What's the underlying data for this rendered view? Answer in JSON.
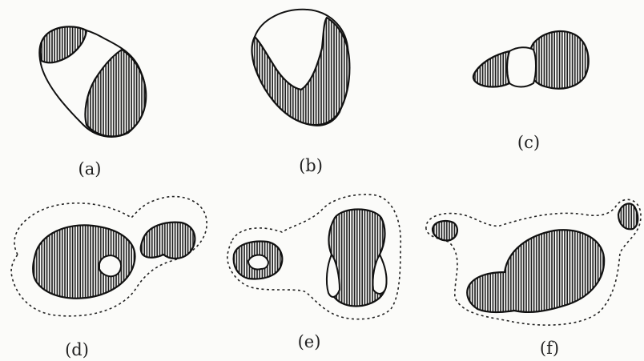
{
  "panels": [
    {
      "id": "a",
      "label": "(a)"
    },
    {
      "id": "b",
      "label": "(b)"
    },
    {
      "id": "c",
      "label": "(c)"
    },
    {
      "id": "d",
      "label": "(d)"
    },
    {
      "id": "e",
      "label": "(e)"
    },
    {
      "id": "f",
      "label": "(f)"
    }
  ],
  "colors": {
    "ink": "#111111",
    "paper": "#fbfbf9",
    "hatch": "#1a1a1a"
  }
}
